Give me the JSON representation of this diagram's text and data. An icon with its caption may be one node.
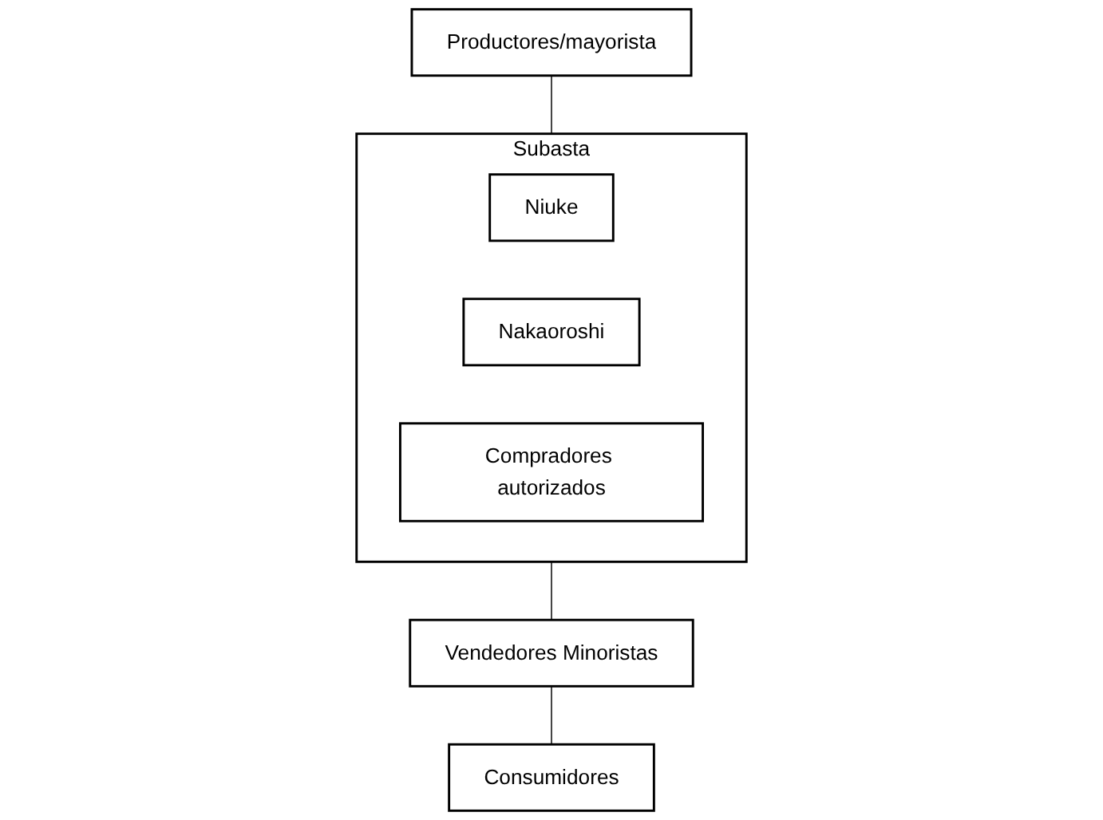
{
  "diagram": {
    "nodes": [
      {
        "text": [
          "Productores/mayorista"
        ]
      },
      {
        "text": [
          "Subasta"
        ]
      },
      {
        "text": [
          "Niuke"
        ],
        "in": 1
      },
      {
        "text": [
          "Nakaoroshi"
        ],
        "in": 1
      },
      {
        "text": [
          "Compradores autorizados"
        ],
        "in": 1
      },
      {
        "text": [
          "Vendedores Minoristas"
        ]
      },
      {
        "text": [
          "Consumidores"
        ]
      }
    ],
    "edges": [
      {
        "from": 0,
        "to": 1,
        "arrow": "none"
      },
      {
        "from": 1,
        "to": 5,
        "arrow": "none"
      },
      {
        "from": 5,
        "to": 6,
        "arrow": "none"
      }
    ]
  }
}
